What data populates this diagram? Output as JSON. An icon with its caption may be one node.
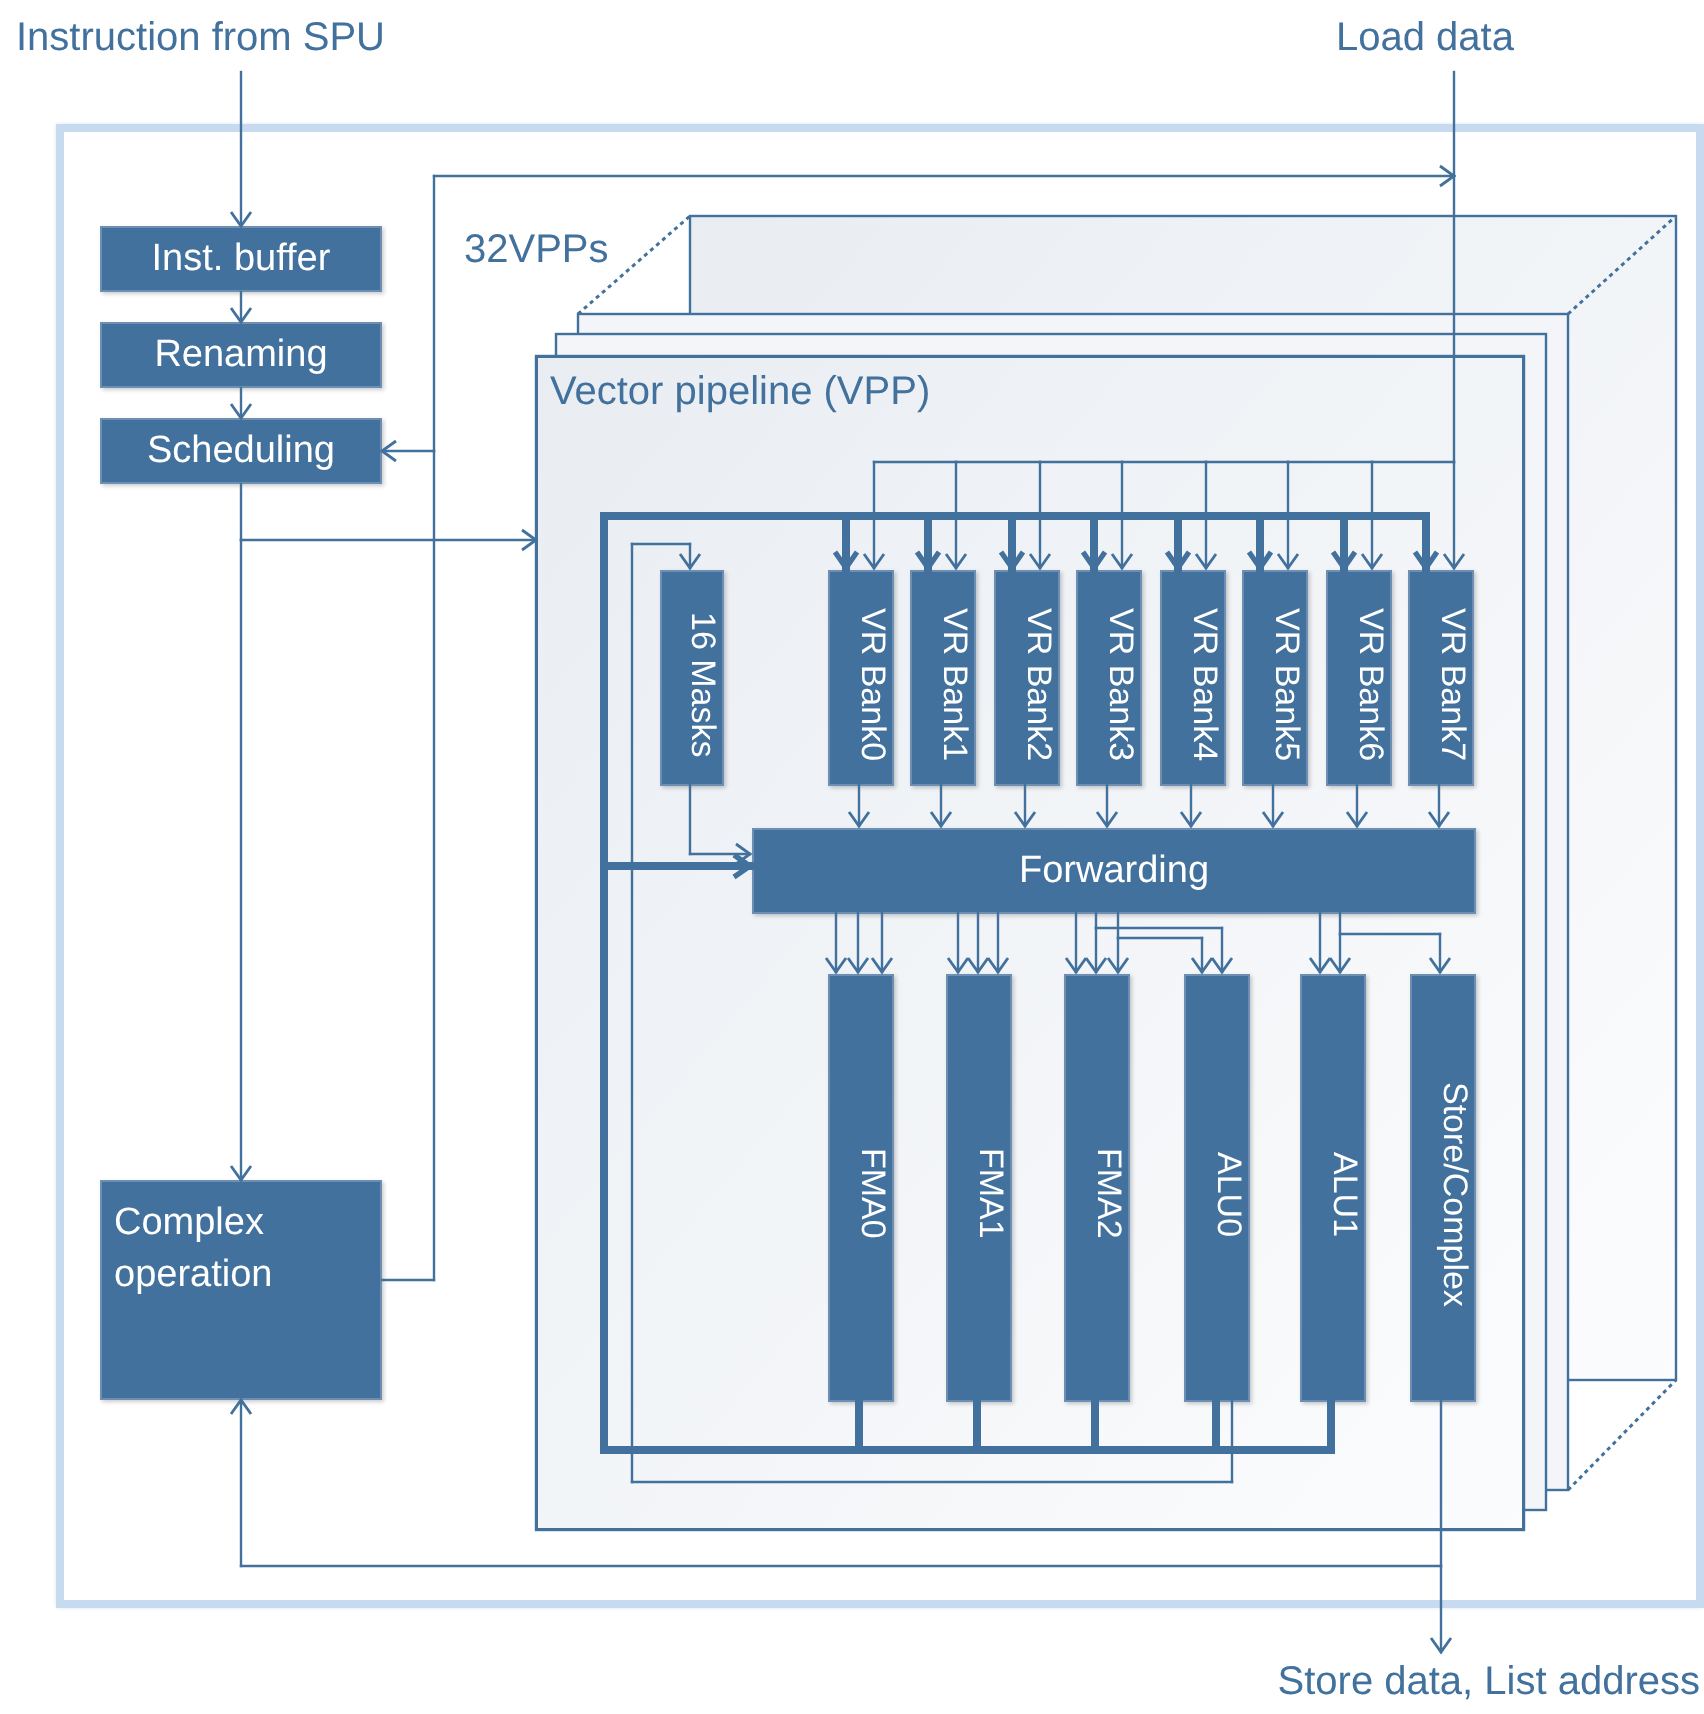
{
  "diagram": {
    "nodes": [
      {
        "text": [
          "Instruction from SPU"
        ]
      },
      {
        "text": [
          "Load data"
        ]
      },
      {
        "text": [
          "Inst. buffer"
        ]
      },
      {
        "text": [
          "Renaming"
        ]
      },
      {
        "text": [
          "Scheduling"
        ]
      },
      {
        "text": [
          "Vector pipeline (VPP)"
        ]
      },
      {
        "text": [
          "16 Masks"
        ],
        "in": 5
      },
      {
        "text": [
          "VR Bank0"
        ],
        "in": 5
      },
      {
        "text": [
          "VR Bank1"
        ],
        "in": 5
      },
      {
        "text": [
          "VR Bank2"
        ],
        "in": 5
      },
      {
        "text": [
          "VR Bank3"
        ],
        "in": 5
      },
      {
        "text": [
          "VR Bank4"
        ],
        "in": 5
      },
      {
        "text": [
          "VR Bank5"
        ],
        "in": 5
      },
      {
        "text": [
          "VR Bank6"
        ],
        "in": 5
      },
      {
        "text": [
          "VR Bank7"
        ],
        "in": 5
      },
      {
        "text": [
          "Forwarding"
        ],
        "in": 5
      },
      {
        "text": [
          "FMA0"
        ],
        "in": 5
      },
      {
        "text": [
          "FMA1"
        ],
        "in": 5
      },
      {
        "text": [
          "FMA2"
        ],
        "in": 5
      },
      {
        "text": [
          "ALU0"
        ],
        "in": 5
      },
      {
        "text": [
          "ALU1"
        ],
        "in": 5
      },
      {
        "text": [
          "Store/Complex"
        ],
        "in": 5
      },
      {
        "text": [
          "Complex operation"
        ]
      },
      {
        "text": [
          "Store data, List address"
        ]
      }
    ],
    "edges": [
      {
        "from": 0,
        "to": 2,
        "arrow": "to"
      },
      {
        "from": 2,
        "to": 3,
        "arrow": "to"
      },
      {
        "from": 3,
        "to": 4,
        "arrow": "to"
      },
      {
        "from": 4,
        "to": 22,
        "arrow": "to"
      },
      {
        "from": 4,
        "to": 5,
        "arrow": "to"
      },
      {
        "from": 22,
        "to": 4,
        "arrow": "to"
      },
      {
        "from": 22,
        "to": 7,
        "arrow": "to"
      },
      {
        "from": 22,
        "to": 8,
        "arrow": "to"
      },
      {
        "from": 22,
        "to": 9,
        "arrow": "to"
      },
      {
        "from": 22,
        "to": 10,
        "arrow": "to"
      },
      {
        "from": 22,
        "to": 11,
        "arrow": "to"
      },
      {
        "from": 22,
        "to": 12,
        "arrow": "to"
      },
      {
        "from": 22,
        "to": 13,
        "arrow": "to"
      },
      {
        "from": 22,
        "to": 14,
        "arrow": "to"
      },
      {
        "from": 1,
        "to": 7,
        "arrow": "to"
      },
      {
        "from": 1,
        "to": 8,
        "arrow": "to"
      },
      {
        "from": 1,
        "to": 9,
        "arrow": "to"
      },
      {
        "from": 1,
        "to": 10,
        "arrow": "to"
      },
      {
        "from": 1,
        "to": 11,
        "arrow": "to"
      },
      {
        "from": 1,
        "to": 12,
        "arrow": "to"
      },
      {
        "from": 1,
        "to": 13,
        "arrow": "to"
      },
      {
        "from": 1,
        "to": 14,
        "arrow": "to"
      },
      {
        "from": 6,
        "to": 15,
        "arrow": "to"
      },
      {
        "from": 7,
        "to": 15,
        "arrow": "to"
      },
      {
        "from": 8,
        "to": 15,
        "arrow": "to"
      },
      {
        "from": 9,
        "to": 15,
        "arrow": "to"
      },
      {
        "from": 10,
        "to": 15,
        "arrow": "to"
      },
      {
        "from": 11,
        "to": 15,
        "arrow": "to"
      },
      {
        "from": 12,
        "to": 15,
        "arrow": "to"
      },
      {
        "from": 13,
        "to": 15,
        "arrow": "to"
      },
      {
        "from": 14,
        "to": 15,
        "arrow": "to"
      },
      {
        "from": 15,
        "to": 16,
        "arrow": "to"
      },
      {
        "from": 15,
        "to": 16,
        "arrow": "to"
      },
      {
        "from": 15,
        "to": 16,
        "arrow": "to"
      },
      {
        "from": 15,
        "to": 17,
        "arrow": "to"
      },
      {
        "from": 15,
        "to": 17,
        "arrow": "to"
      },
      {
        "from": 15,
        "to": 17,
        "arrow": "to"
      },
      {
        "from": 15,
        "to": 18,
        "arrow": "to"
      },
      {
        "from": 15,
        "to": 18,
        "arrow": "to"
      },
      {
        "from": 15,
        "to": 18,
        "arrow": "to"
      },
      {
        "from": 15,
        "to": 19,
        "arrow": "to"
      },
      {
        "from": 15,
        "to": 19,
        "arrow": "to"
      },
      {
        "from": 15,
        "to": 20,
        "arrow": "to"
      },
      {
        "from": 15,
        "to": 20,
        "arrow": "to"
      },
      {
        "from": 15,
        "to": 21,
        "arrow": "to"
      },
      {
        "from": 16,
        "to": 7,
        "arrow": "to",
        "style": "thick"
      },
      {
        "from": 16,
        "to": 8,
        "arrow": "to",
        "style": "thick"
      },
      {
        "from": 16,
        "to": 9,
        "arrow": "to",
        "style": "thick"
      },
      {
        "from": 16,
        "to": 10,
        "arrow": "to",
        "style": "thick"
      },
      {
        "from": 16,
        "to": 11,
        "arrow": "to",
        "style": "thick"
      },
      {
        "from": 16,
        "to": 12,
        "arrow": "to",
        "style": "thick"
      },
      {
        "from": 16,
        "to": 13,
        "arrow": "to",
        "style": "thick"
      },
      {
        "from": 16,
        "to": 14,
        "arrow": "to",
        "style": "thick"
      },
      {
        "from": 16,
        "to": 15,
        "arrow": "to",
        "style": "thick"
      },
      {
        "from": 17,
        "to": 7,
        "arrow": "to",
        "style": "thick"
      },
      {
        "from": 17,
        "to": 8,
        "arrow": "to",
        "style": "thick"
      },
      {
        "from": 17,
        "to": 9,
        "arrow": "to",
        "style": "thick"
      },
      {
        "from": 17,
        "to": 10,
        "arrow": "to",
        "style": "thick"
      },
      {
        "from": 17,
        "to": 11,
        "arrow": "to",
        "style": "thick"
      },
      {
        "from": 17,
        "to": 12,
        "arrow": "to",
        "style": "thick"
      },
      {
        "from": 17,
        "to": 13,
        "arrow": "to",
        "style": "thick"
      },
      {
        "from": 17,
        "to": 14,
        "arrow": "to",
        "style": "thick"
      },
      {
        "from": 17,
        "to": 15,
        "arrow": "to",
        "style": "thick"
      },
      {
        "from": 18,
        "to": 7,
        "arrow": "to",
        "style": "thick"
      },
      {
        "from": 18,
        "to": 8,
        "arrow": "to",
        "style": "thick"
      },
      {
        "from": 18,
        "to": 9,
        "arrow": "to",
        "style": "thick"
      },
      {
        "from": 18,
        "to": 10,
        "arrow": "to",
        "style": "thick"
      },
      {
        "from": 18,
        "to": 11,
        "arrow": "to",
        "style": "thick"
      },
      {
        "from": 18,
        "to": 12,
        "arrow": "to",
        "style": "thick"
      },
      {
        "from": 18,
        "to": 13,
        "arrow": "to",
        "style": "thick"
      },
      {
        "from": 18,
        "to": 14,
        "arrow": "to",
        "style": "thick"
      },
      {
        "from": 18,
        "to": 15,
        "arrow": "to",
        "style": "thick"
      },
      {
        "from": 19,
        "to": 7,
        "arrow": "to",
        "style": "thick"
      },
      {
        "from": 19,
        "to": 8,
        "arrow": "to",
        "style": "thick"
      },
      {
        "from": 19,
        "to": 9,
        "arrow": "to",
        "style": "thick"
      },
      {
        "from": 19,
        "to": 10,
        "arrow": "to",
        "style": "thick"
      },
      {
        "from": 19,
        "to": 11,
        "arrow": "to",
        "style": "thick"
      },
      {
        "from": 19,
        "to": 12,
        "arrow": "to",
        "style": "thick"
      },
      {
        "from": 19,
        "to": 13,
        "arrow": "to",
        "style": "thick"
      },
      {
        "from": 19,
        "to": 14,
        "arrow": "to",
        "style": "thick"
      },
      {
        "from": 19,
        "to": 15,
        "arrow": "to",
        "style": "thick"
      },
      {
        "from": 20,
        "to": 7,
        "arrow": "to",
        "style": "thick"
      },
      {
        "from": 20,
        "to": 8,
        "arrow": "to",
        "style": "thick"
      },
      {
        "from": 20,
        "to": 9,
        "arrow": "to",
        "style": "thick"
      },
      {
        "from": 20,
        "to": 10,
        "arrow": "to",
        "style": "thick"
      },
      {
        "from": 20,
        "to": 11,
        "arrow": "to",
        "style": "thick"
      },
      {
        "from": 20,
        "to": 12,
        "arrow": "to",
        "style": "thick"
      },
      {
        "from": 20,
        "to": 13,
        "arrow": "to",
        "style": "thick"
      },
      {
        "from": 20,
        "to": 14,
        "arrow": "to",
        "style": "thick"
      },
      {
        "from": 20,
        "to": 15,
        "arrow": "to",
        "style": "thick"
      },
      {
        "from": 19,
        "to": 6,
        "arrow": "to"
      },
      {
        "from": 21,
        "to": 23,
        "arrow": "to"
      },
      {
        "from": 21,
        "to": 22,
        "arrow": "to"
      }
    ],
    "labels": [
      "32VPPs"
    ]
  }
}
